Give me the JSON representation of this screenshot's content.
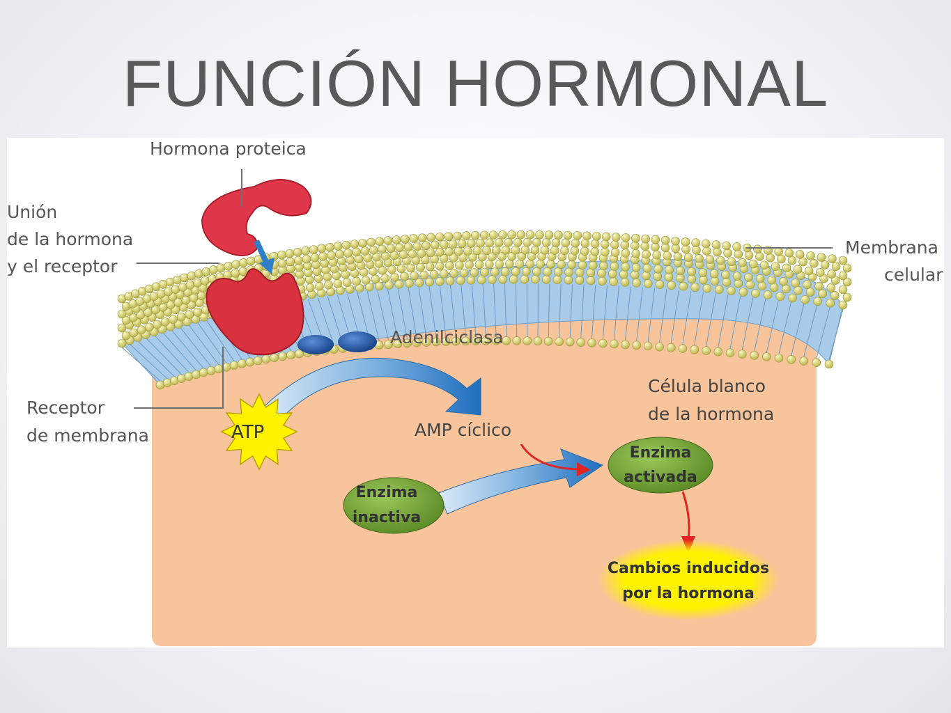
{
  "slide": {
    "title": "FUNCIÓN HORMONAL"
  },
  "diagram": {
    "labels": {
      "hormona_proteica": "Hormona proteica",
      "union_line1": "Unión",
      "union_line2": "de la hormona",
      "union_line3": "y el receptor",
      "membrana_line1": "Membrana",
      "membrana_line2": "celular",
      "adenilciclasa": "Adenilciclasa",
      "receptor_line1": "Receptor",
      "receptor_line2": "de membrana",
      "atp": "ATP",
      "amp_ciclico": "AMP cíclico",
      "celula_line1": "Célula blanco",
      "celula_line2": "de la hormona",
      "enzima_activada_line1": "Enzima",
      "enzima_activada_line2": "activada",
      "enzima_inactiva_line1": "Enzima",
      "enzima_inactiva_line2": "inactiva",
      "cambios_line1": "Cambios inducidos",
      "cambios_line2": "por la hormona"
    },
    "colors": {
      "cytoplasm": "#f7c49b",
      "hormone": "#e0384a",
      "receptor": "#d9323f",
      "lipid_head": "#e6e27a",
      "lipid_tail": "#9fc6e6",
      "enzyme": "#6f9e35",
      "adenylyl": "#1e5aa8",
      "atp_star": "#fff200",
      "glow": "#fff200",
      "red_arrow": "#e02424",
      "blue_arrow": "#2f7fc8"
    }
  }
}
